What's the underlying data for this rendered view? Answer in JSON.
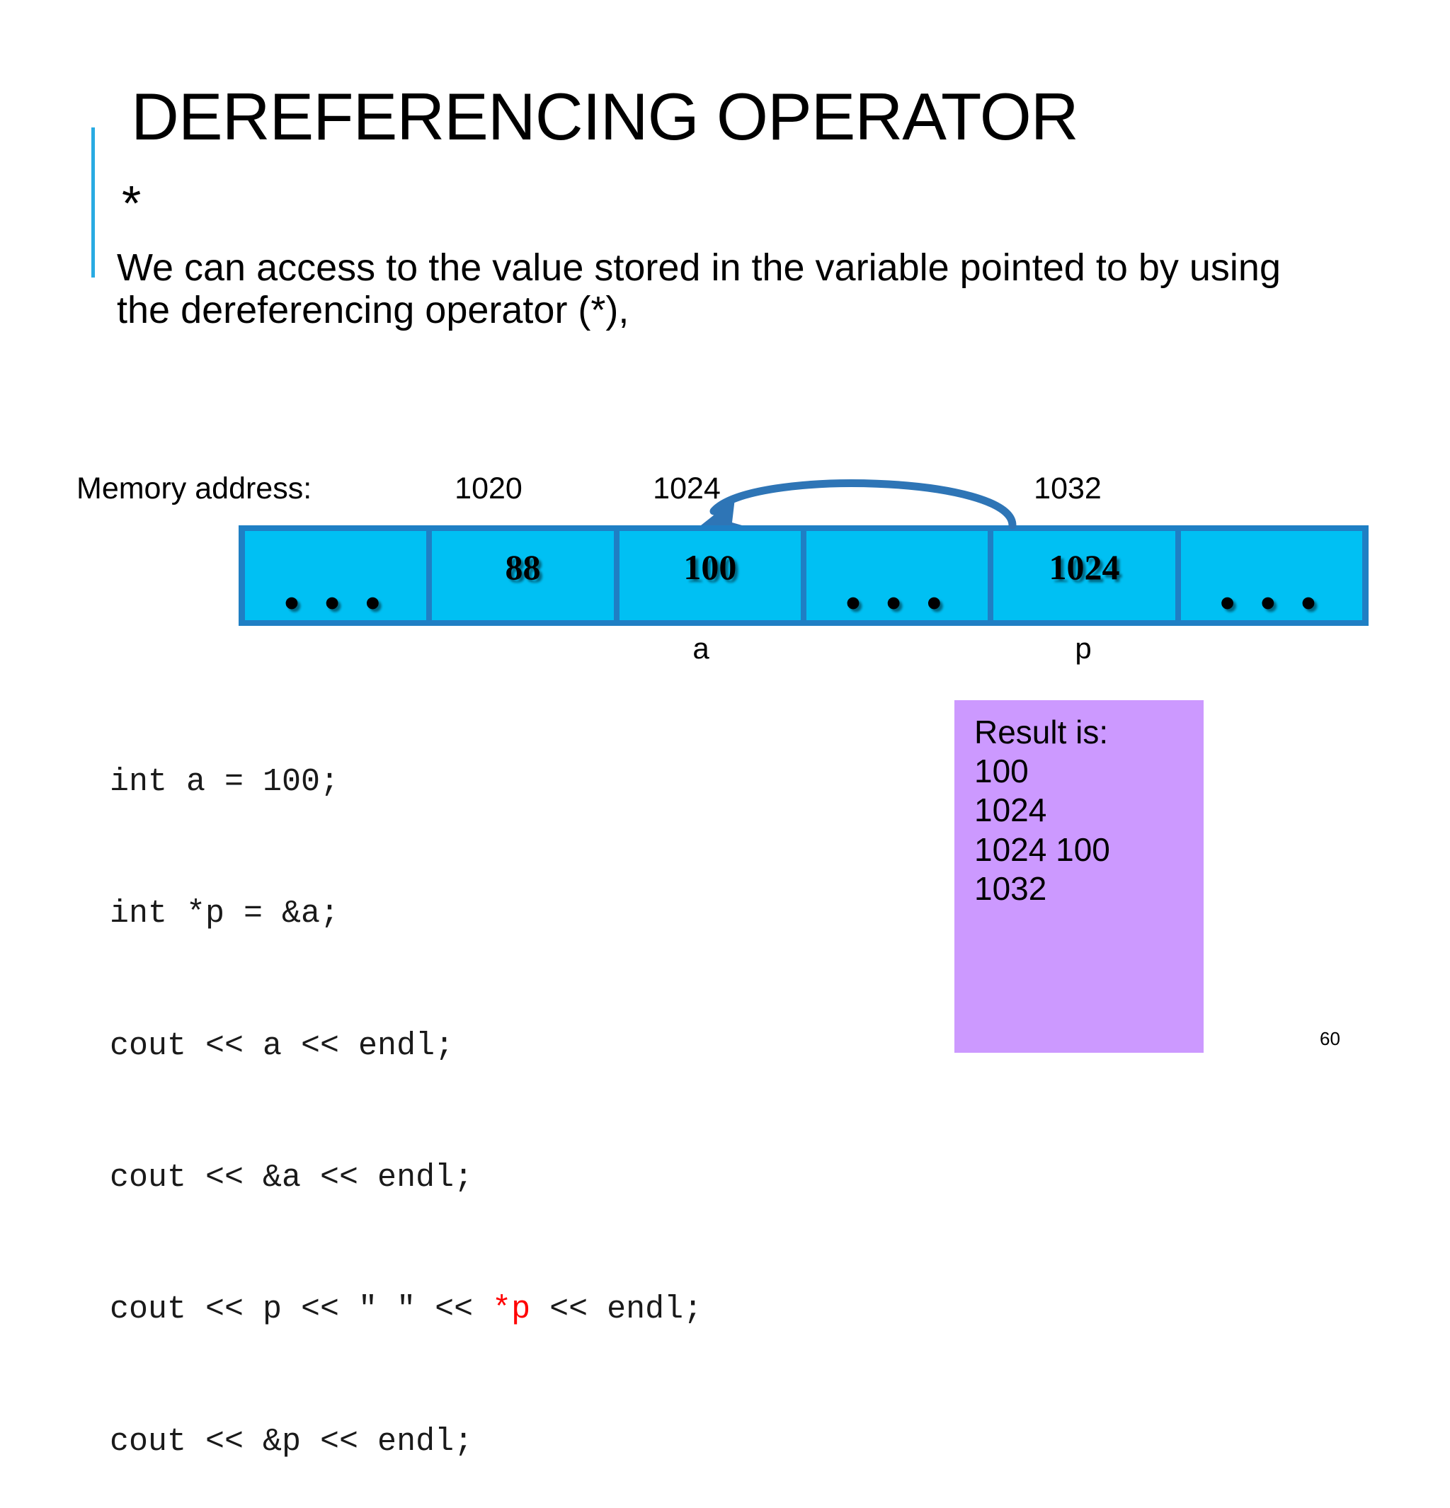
{
  "slide": {
    "title": "DEREFERENCING OPERATOR",
    "title_symbol": "*",
    "body": "We can access to the value stored in the variable pointed to by using the dereferencing operator (*),",
    "page_number": "60"
  },
  "diagram": {
    "memory_label": "Memory address:",
    "addresses": [
      "1020",
      "1024",
      "1032"
    ],
    "cells": [
      {
        "value": "",
        "dots": "• • •"
      },
      {
        "value": "88",
        "dots": ""
      },
      {
        "value": "100",
        "dots": ""
      },
      {
        "value": "",
        "dots": "• • •"
      },
      {
        "value": "1024",
        "dots": ""
      },
      {
        "value": "",
        "dots": "• • •"
      }
    ],
    "var_labels": {
      "a": "a",
      "p": "p"
    },
    "arrow": {
      "name": "pointer-arrow",
      "from": "1032",
      "to": "1024",
      "color": "#2E75B6"
    },
    "cell_fill": "#00C0F3",
    "cell_border": "#1F7FC4",
    "accent_color": "#29ABE2"
  },
  "code": {
    "lines": [
      {
        "pre": "int a = 100;",
        "red": "",
        "post": ""
      },
      {
        "pre": "int *p = &a;",
        "red": "",
        "post": ""
      },
      {
        "pre": "cout << a << endl;",
        "red": "",
        "post": ""
      },
      {
        "pre": "cout << &a << endl;",
        "red": "",
        "post": ""
      },
      {
        "pre": "cout << p << \" \" << ",
        "red": "*p",
        "post": " << endl;"
      },
      {
        "pre": "cout << &p << endl;",
        "red": "",
        "post": ""
      }
    ],
    "highlight_color": "#FF0000"
  },
  "result": {
    "heading": "Result is:",
    "lines": [
      "100",
      "1024",
      "1024 100",
      "1032"
    ],
    "background": "#CC99FF"
  }
}
